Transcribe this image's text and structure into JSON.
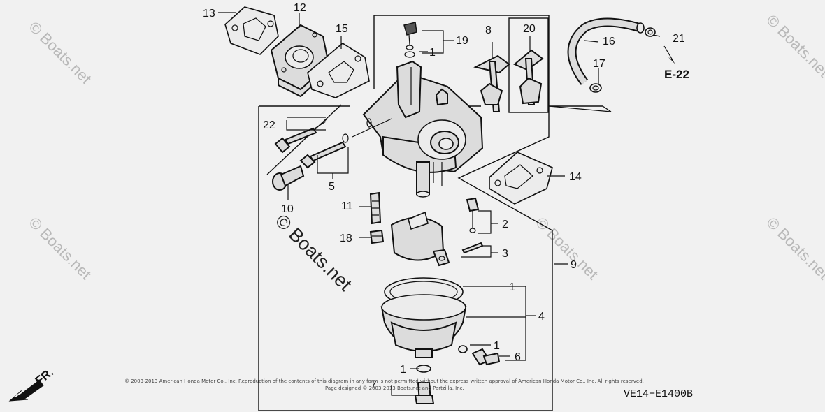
{
  "diagram": {
    "code": "VE14−E1400B",
    "reference": "E-22",
    "direction_label": "FR.",
    "watermark_main": "© Boats.net",
    "watermark_faint": "© Boats.net",
    "copyright_line1": "© 2003-2013 American Honda Motor Co., Inc. Reproduction of the contents of this diagram in any form is not permitted without the express written approval of American Honda Motor Co., Inc. All rights reserved.",
    "copyright_line2": "Page designed © 2003-2013 Boats.net and Partzilla, Inc."
  },
  "callouts": [
    "13",
    "12",
    "15",
    "19",
    "1",
    "8",
    "20",
    "16",
    "21",
    "17",
    "22",
    "5",
    "14",
    "10",
    "11",
    "2",
    "18",
    "3",
    "9",
    "1",
    "4",
    "1",
    "6",
    "1",
    "7"
  ],
  "colors": {
    "background": "#f1f1f1",
    "ink": "#111111",
    "watermark": "#b8b8b8"
  }
}
